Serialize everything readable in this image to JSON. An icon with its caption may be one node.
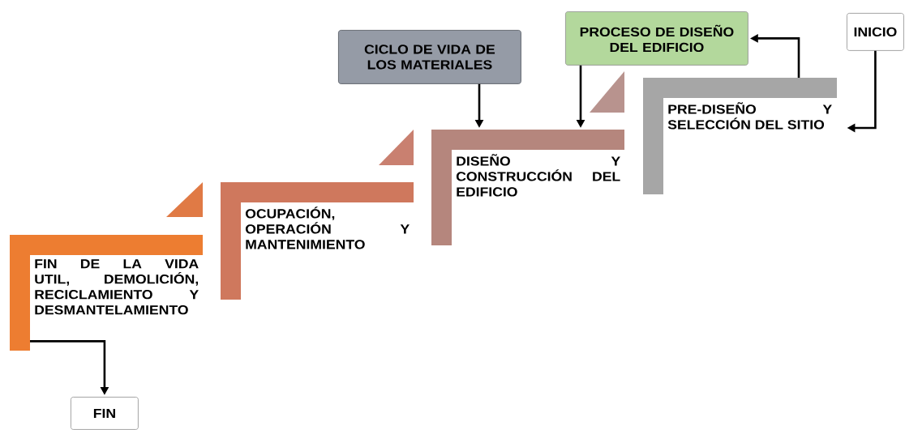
{
  "diagram": {
    "nodes": [
      {
        "text": [
          "INICIO"
        ]
      },
      {
        "text": [
          "PROCESO DE DISEÑO DEL EDIFICIO"
        ]
      },
      {
        "text": [
          "CICLO DE VIDA DE LOS MATERIALES"
        ]
      },
      {
        "text": [
          "PRE-DISEÑO Y SELECCIÓN DEL SITIO"
        ]
      },
      {
        "text": [
          "DISEÑO Y CONSTRUCCIÓN DEL EDIFICIO"
        ]
      },
      {
        "text": [
          "OCUPACIÓN, OPERACIÓN Y MANTENIMIENTO"
        ]
      },
      {
        "text": [
          "FIN DE LA VIDA UTIL, DEMOLICIÓN, RECICLAMIENTO Y DESMANTELAMIENTO"
        ]
      },
      {
        "text": [
          "FIN"
        ]
      }
    ],
    "edges": [
      {
        "from": 0,
        "to": 3,
        "arrow": "to"
      },
      {
        "from": 3,
        "to": 1,
        "arrow": "to"
      },
      {
        "from": 1,
        "to": 4,
        "arrow": "to"
      },
      {
        "from": 2,
        "to": 4,
        "arrow": "to"
      },
      {
        "from": 6,
        "to": 7,
        "arrow": "to"
      }
    ]
  }
}
